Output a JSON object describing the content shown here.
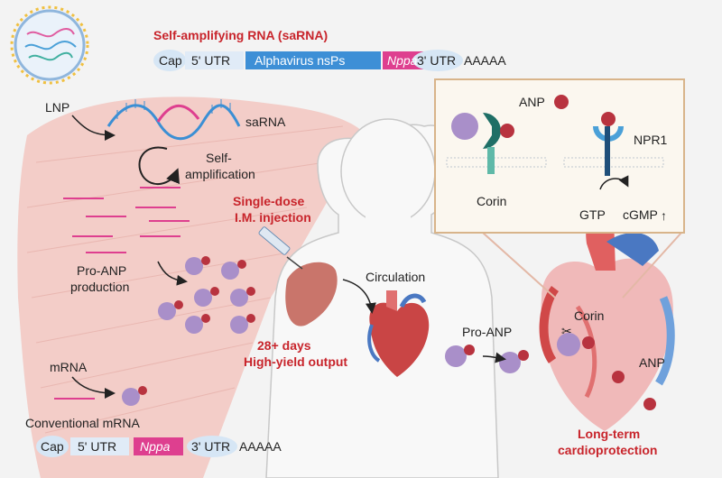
{
  "saRNA": {
    "title": "Self-amplifying RNA (saRNA)",
    "construct": [
      "Cap",
      "5' UTR",
      "Alphavirus nsPs",
      "Nppa",
      "3' UTR",
      "AAAAA"
    ]
  },
  "mRNA": {
    "title": "Conventional mRNA",
    "construct": [
      "Cap",
      "5' UTR",
      "Nppa",
      "3' UTR",
      "AAAAA"
    ]
  },
  "labels": {
    "lnp": "LNP",
    "sarna": "saRNA",
    "self_amp_1": "Self-",
    "self_amp_2": "amplification",
    "proanp_prod_1": "Pro-ANP",
    "proanp_prod_2": "production",
    "mrna": "mRNA",
    "injection_1": "Single-dose",
    "injection_2": "I.M. injection",
    "days_1": "28+ days",
    "days_2": "High-yield output",
    "circulation": "Circulation",
    "pro_anp": "Pro-ANP",
    "corin": "Corin",
    "anp": "ANP",
    "cardio_1": "Long-term",
    "cardio_2": "cardioprotection"
  },
  "inset": {
    "anp": "ANP",
    "npr1": "NPR1",
    "corin": "Corin",
    "gtp": "GTP",
    "cgmp": "cGMP"
  },
  "colors": {
    "red_text": "#c8242b",
    "blue_box": "#3d8fd6",
    "pink_box": "#de3f8f",
    "muscle": "#f2c6c0",
    "proanp": "#a98fc9",
    "anp": "#b8333f"
  }
}
